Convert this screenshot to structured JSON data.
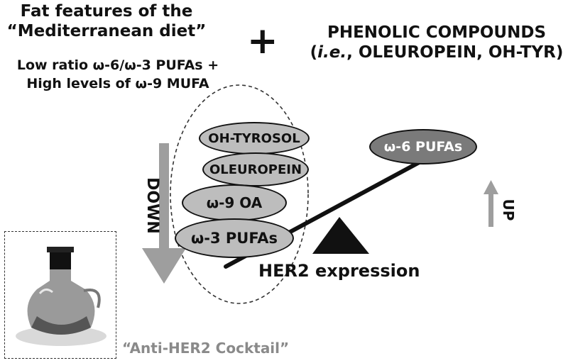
{
  "header": {
    "fat_title_line1": "Fat features of the",
    "fat_title_line2": "“Mediterranean diet”",
    "ratio_line1": "Low ratio ω-6/ω-3 PUFAs +",
    "ratio_line2": "High levels of ω-9 MUFA",
    "plus_sign": "+",
    "phenolic_line1": "PHENOLIC COMPOUNDS",
    "phenolic_line2": "(i.e., OLEUROPEIN, OH-TYR)"
  },
  "left_group": {
    "items": [
      "OH-TYROSOL",
      "OLEUROPEIN",
      "ω-9 OA",
      "ω-3 PUFAs"
    ],
    "direction_label": "DOWN"
  },
  "right_group": {
    "item": "ω-6 PUFAs",
    "direction_label": "UP"
  },
  "balance_label": "HER2 expression",
  "cocktail_label": "“Anti-HER2 Cocktail”",
  "colors": {
    "pill_light": "#bdbdbd",
    "pill_dark": "#7a7a7a",
    "arrow_gray": "#9e9e9e",
    "cocktail_text": "#8a8a8a"
  }
}
